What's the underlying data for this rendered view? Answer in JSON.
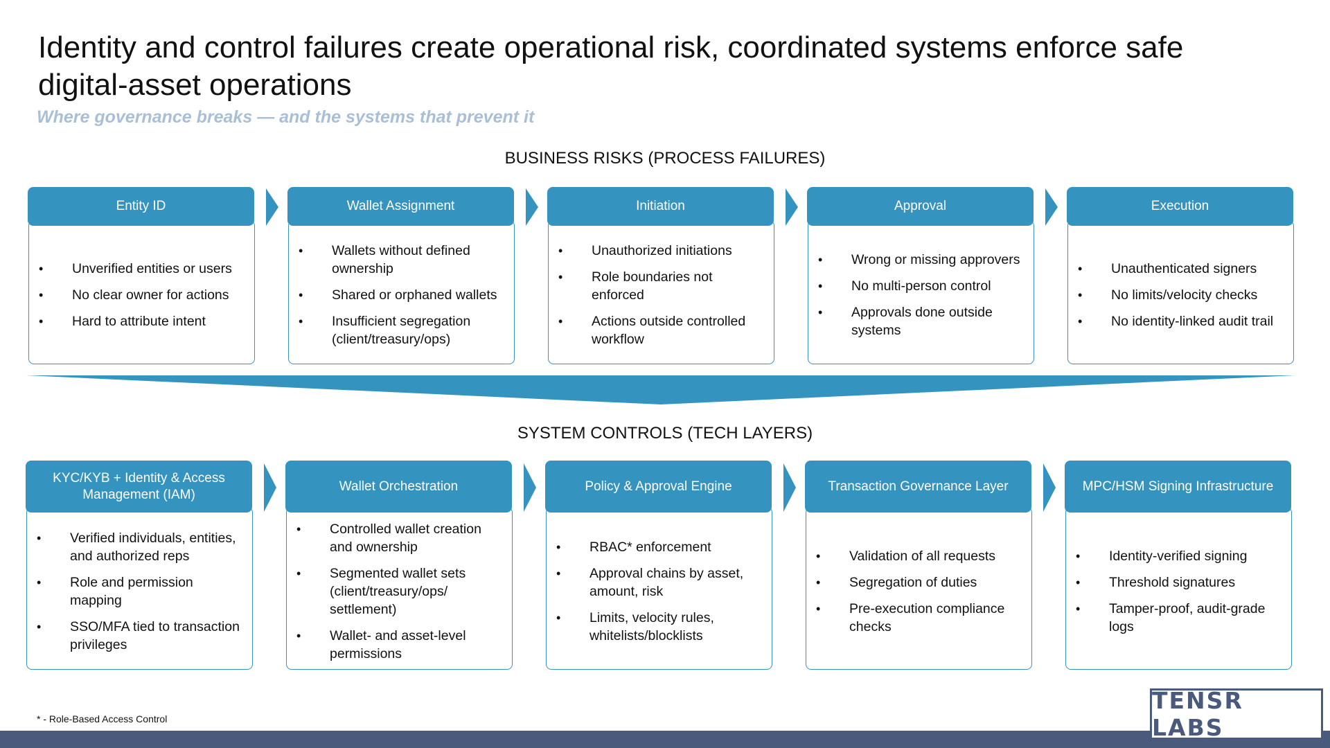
{
  "title": "Identity and control failures create operational risk, coordinated systems enforce safe digital-asset operations",
  "subtitle": "Where governance breaks — and the systems that prevent it",
  "colors": {
    "accent": "#3593bf",
    "subtitle": "#a9bfd6",
    "footer": "#4a5a7c"
  },
  "risks": {
    "heading": "BUSINESS RISKS (PROCESS FAILURES)",
    "cards": [
      {
        "title": "Entity ID",
        "items": [
          "Unverified entities or users",
          "No clear owner for actions",
          "Hard to attribute intent"
        ]
      },
      {
        "title": "Wallet Assignment",
        "items": [
          "Wallets without defined ownership",
          "Shared or orphaned wallets",
          "Insufficient segregation (client/treasury/ops)"
        ]
      },
      {
        "title": "Initiation",
        "items": [
          "Unauthorized initiations",
          "Role boundaries not enforced",
          "Actions outside controlled workflow"
        ]
      },
      {
        "title": "Approval",
        "items": [
          "Wrong or missing approvers",
          "No multi-person control",
          "Approvals done outside systems"
        ]
      },
      {
        "title": "Execution",
        "items": [
          "Unauthenticated signers",
          "No limits/velocity checks",
          "No identity-linked audit trail"
        ]
      }
    ]
  },
  "controls": {
    "heading": "SYSTEM CONTROLS (TECH LAYERS)",
    "cards": [
      {
        "title": "KYC/KYB + Identity & Access Management (IAM)",
        "items": [
          "Verified individuals, entities, and authorized reps",
          "Role and permission mapping",
          "SSO/MFA tied to transaction privileges"
        ]
      },
      {
        "title": "Wallet Orchestration",
        "items": [
          "Controlled wallet creation and ownership",
          "Segmented wallet sets (client/treasury/ops/ settlement)",
          "Wallet- and asset-level permissions"
        ]
      },
      {
        "title": "Policy & Approval Engine",
        "items": [
          "RBAC* enforcement",
          "Approval chains by asset, amount, risk",
          "Limits, velocity rules, whitelists/blocklists"
        ]
      },
      {
        "title": "Transaction Governance Layer",
        "items": [
          "Validation of all requests",
          "Segregation of duties",
          "Pre-execution compliance checks"
        ]
      },
      {
        "title": "MPC/HSM Signing Infrastructure",
        "items": [
          "Identity-verified signing",
          "Threshold signatures",
          "Tamper-proof, audit-grade logs"
        ]
      }
    ]
  },
  "footnote": "* - Role-Based Access Control",
  "logo": {
    "text": "TENSR LABS"
  }
}
